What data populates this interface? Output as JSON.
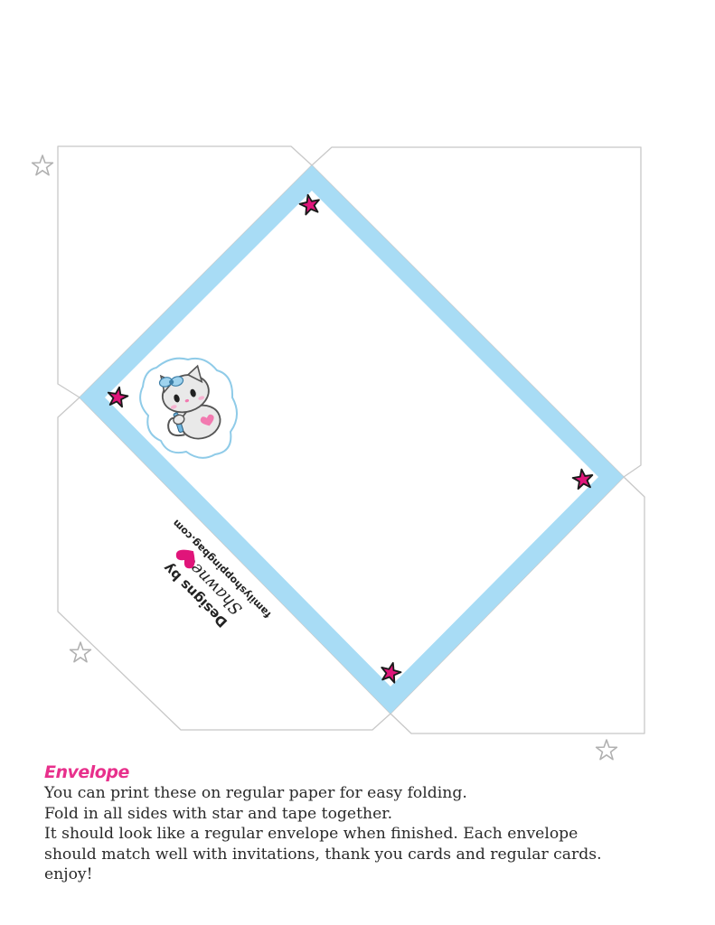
{
  "envelope": {
    "credit": {
      "designs_by": "Designs by",
      "signature": "Shawnee",
      "website": "familyshoppingbag.com"
    }
  },
  "caption": {
    "title": "Envelope",
    "lines": [
      "You can print these on regular paper for easy folding.",
      "Fold in all sides with star and tape together.",
      "It should look like a regular envelope when finished. Each envelope",
      "should match well with invitations, thank you cards and regular cards.",
      "enjoy!"
    ]
  },
  "colors": {
    "outline": "#c8c8c8",
    "border_band": "#a8dcf5",
    "star_fill": "#e0157a",
    "title": "#e8308c",
    "text": "#2a2a2a"
  },
  "icons": [
    "star-outline-icon",
    "star-filled-icon",
    "kitten-mascot",
    "heart-icon"
  ]
}
